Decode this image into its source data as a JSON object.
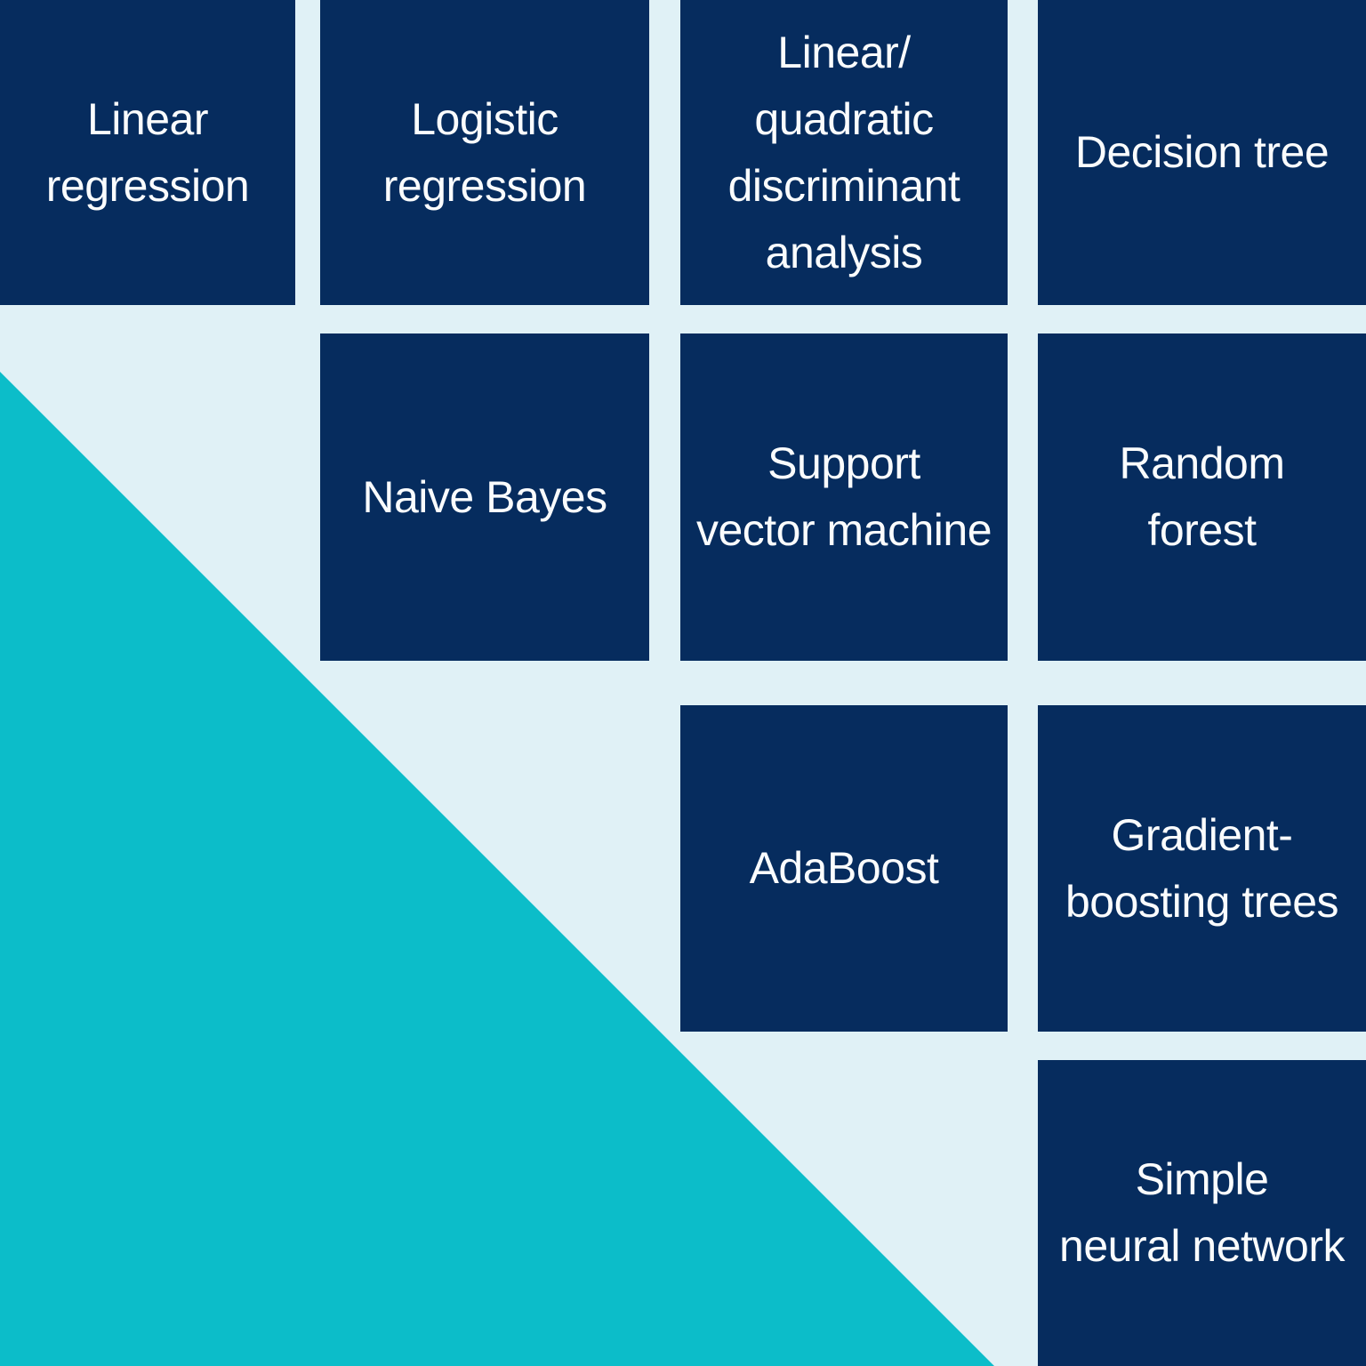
{
  "colors": {
    "navy": "#062c5e",
    "background": "#e0f1f6",
    "triangle": "#0cbdc9",
    "text": "#fafcfd"
  },
  "grid": {
    "cells": [
      {
        "name": "linear-regression",
        "label": "Linear\nregression"
      },
      {
        "name": "logistic-regression",
        "label": "Logistic\nregression"
      },
      {
        "name": "linear-quadratic-discriminant",
        "label": "Linear/\nquadratic\ndiscriminant\nanalysis"
      },
      {
        "name": "decision-tree",
        "label": "Decision tree"
      },
      {
        "name": "naive-bayes",
        "label": "Naive Bayes"
      },
      {
        "name": "support-vector-machine",
        "label": "Support\nvector machine"
      },
      {
        "name": "random-forest",
        "label": "Random\nforest"
      },
      {
        "name": "adaboost",
        "label": "AdaBoost"
      },
      {
        "name": "gradient-boosting-trees",
        "label": "Gradient-\nboosting trees"
      },
      {
        "name": "simple-neural-network",
        "label": "Simple\nneural network"
      }
    ]
  }
}
